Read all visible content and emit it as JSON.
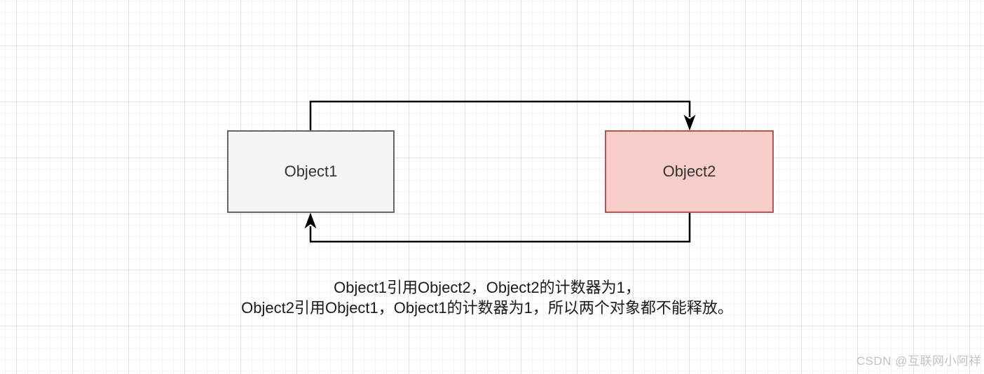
{
  "diagram": {
    "nodes": [
      {
        "id": "object1",
        "label": "Object1",
        "fill": "#f5f5f5",
        "stroke": "#666666"
      },
      {
        "id": "object2",
        "label": "Object2",
        "fill": "#f7cdca",
        "stroke": "#ae5652"
      }
    ],
    "edges": [
      {
        "from": "Object1",
        "to": "Object2"
      },
      {
        "from": "Object2",
        "to": "Object1"
      }
    ],
    "arrow_color": "#000000"
  },
  "caption": {
    "line1": "Object1引用Object2，Object2的计数器为1，",
    "line2": "Object2引用Object1，Object1的计数器为1，所以两个对象都不能释放。"
  },
  "watermark": {
    "text": "CSDN @互联网小阿祥",
    "color": "#c6c2be"
  },
  "background": {
    "color": "#ffffff",
    "grid_minor_color": "#f5f1f1",
    "grid_major_color": "#e3e0e0"
  }
}
